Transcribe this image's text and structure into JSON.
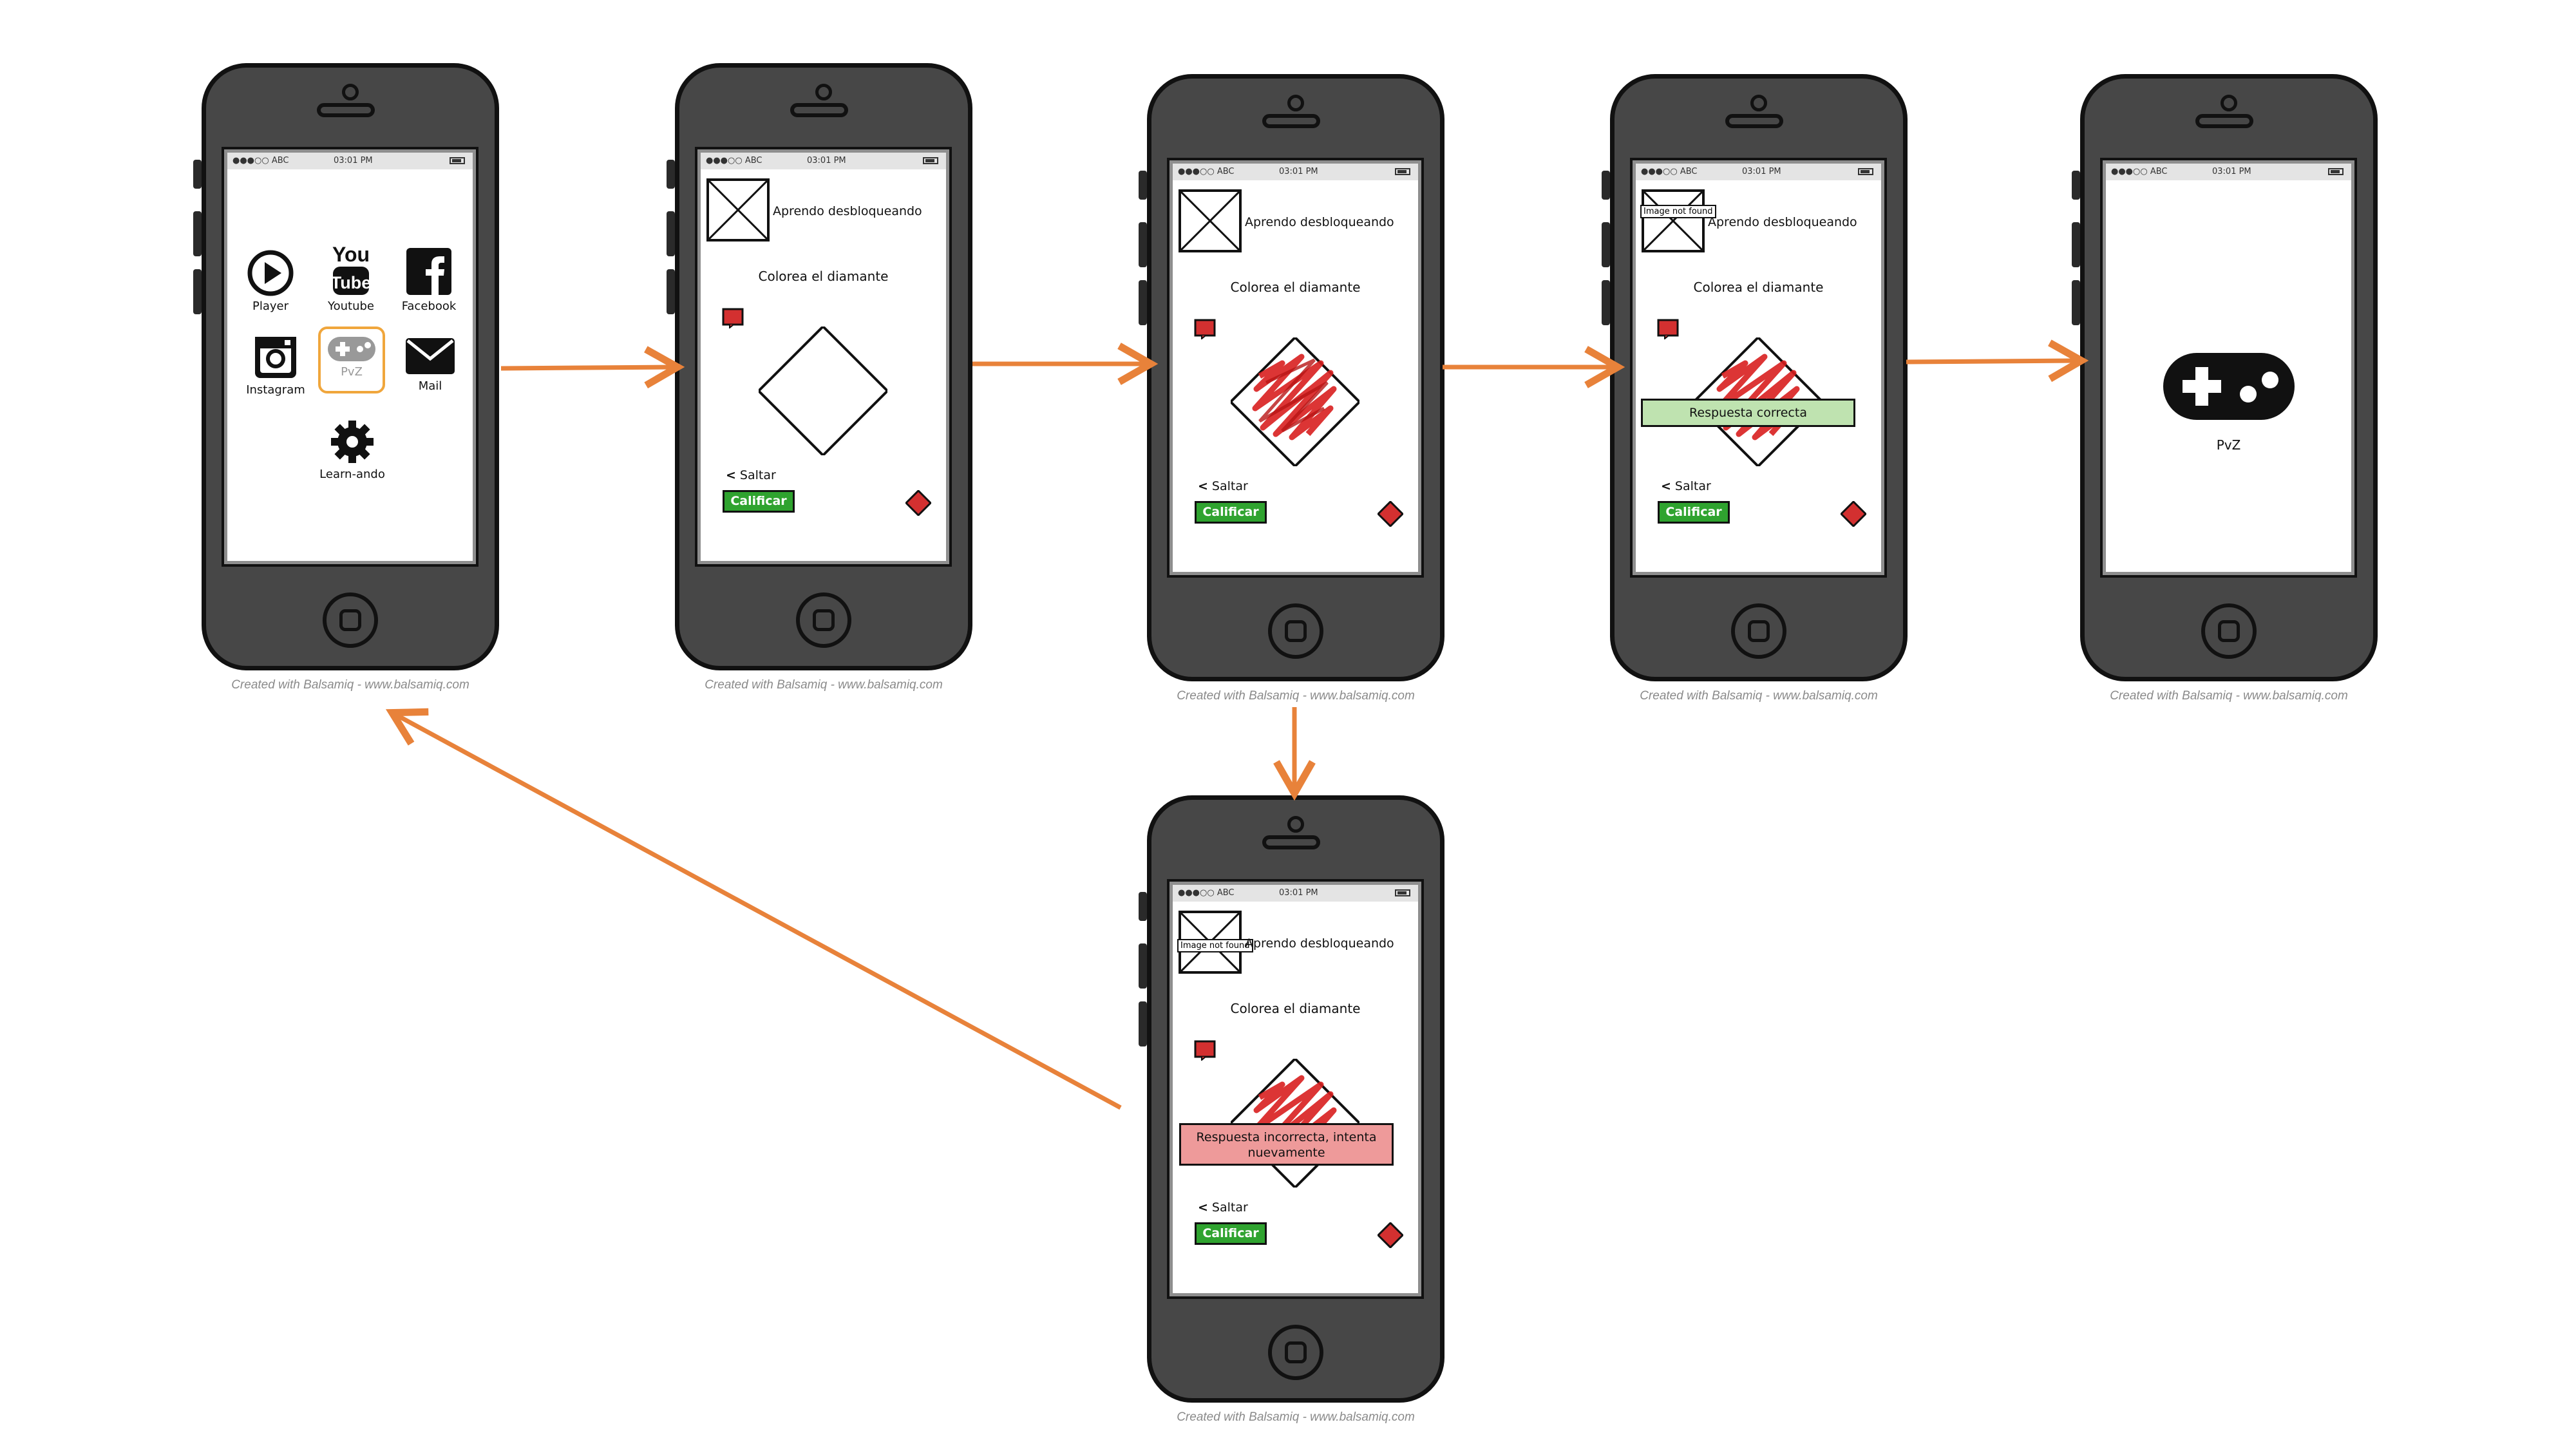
{
  "credit_text": "Created with Balsamiq - www.balsamiq.com",
  "status_bar": {
    "carrier": "●●●○○ ABC",
    "time": "03:01 PM"
  },
  "home_screen": {
    "apps": [
      {
        "label": "Player",
        "icon": "play-icon"
      },
      {
        "label": "Youtube",
        "icon": "youtube-icon"
      },
      {
        "label": "Facebook",
        "icon": "facebook-icon"
      },
      {
        "label": "Instagram",
        "icon": "instagram-icon"
      },
      {
        "label": "PvZ",
        "icon": "gamepad-icon",
        "selected": true
      },
      {
        "label": "Mail",
        "icon": "mail-icon"
      },
      {
        "label": "Learn-ando",
        "icon": "gear-icon"
      }
    ]
  },
  "quiz": {
    "title": "Aprendo desbloqueando",
    "prompt": "Colorea el diamante",
    "skip_label": "Saltar",
    "grade_button": "Calificar",
    "image_not_found": "Image not found"
  },
  "feedback": {
    "correct": "Respuesta correcta",
    "incorrect": "Respuesta incorrecta, intenta nuevamente"
  },
  "game_screen": {
    "label": "PvZ",
    "icon": "gamepad-icon"
  },
  "colors": {
    "arrow": "#e8823a",
    "phone_body": "#474747",
    "grade_button": "#2fa32f",
    "gem": "#d33030",
    "scribble": "#d81f1f",
    "correct_banner": "#bfe3b0",
    "incorrect_banner": "#ee9a9a",
    "selected_outline": "#f0a63c"
  }
}
